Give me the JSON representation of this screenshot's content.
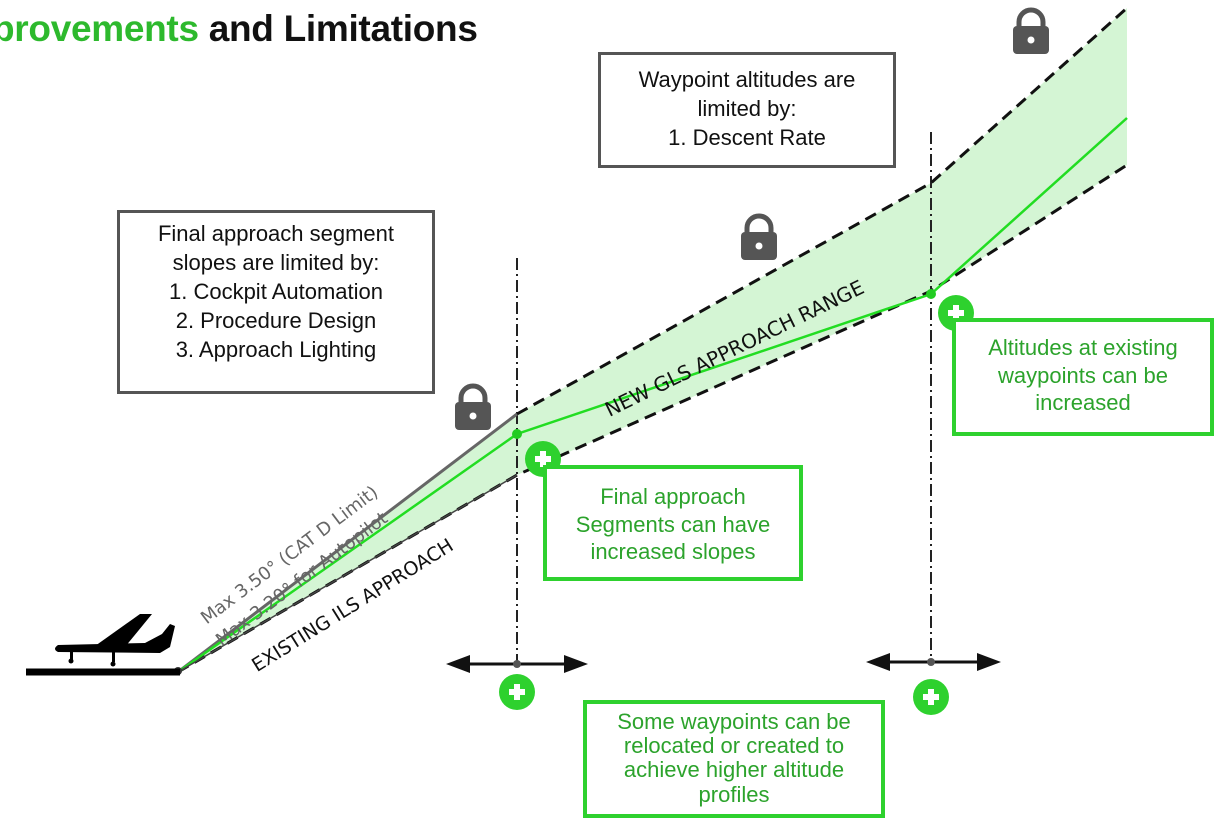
{
  "title": {
    "highlight": "provements",
    "rest": " and Limitations"
  },
  "gray_boxes": {
    "waypoint": "Waypoint altitudes are\nlimited by:\n1. Descent Rate",
    "final": "Final approach segment\nslopes are limited by:\n1. Cockpit Automation\n2. Procedure Design\n3. Approach Lighting"
  },
  "green_boxes": {
    "altitudes": "Altitudes at existing\nwaypoints can be\nincreased",
    "slopes": "Final approach\nSegments can have\nincreased slopes",
    "relocate": "Some waypoints can be\nrelocated or created to\nachieve higher altitude\nprofiles"
  },
  "labels": {
    "max350": "Max 3.50° (CAT D Limit)",
    "max320": "Max 3.20° for Autopilot",
    "ils": "EXISTING ILS APPROACH",
    "gls": "NEW GLS APPROACH RANGE"
  },
  "icons": [
    "lock-icon",
    "plus-icon",
    "airplane-icon",
    "double-arrow-icon"
  ],
  "colors": {
    "accent_green": "#2db92d",
    "band_fill": "#d4f5d4",
    "path_green": "#22dd22",
    "dash_black": "#111111"
  }
}
